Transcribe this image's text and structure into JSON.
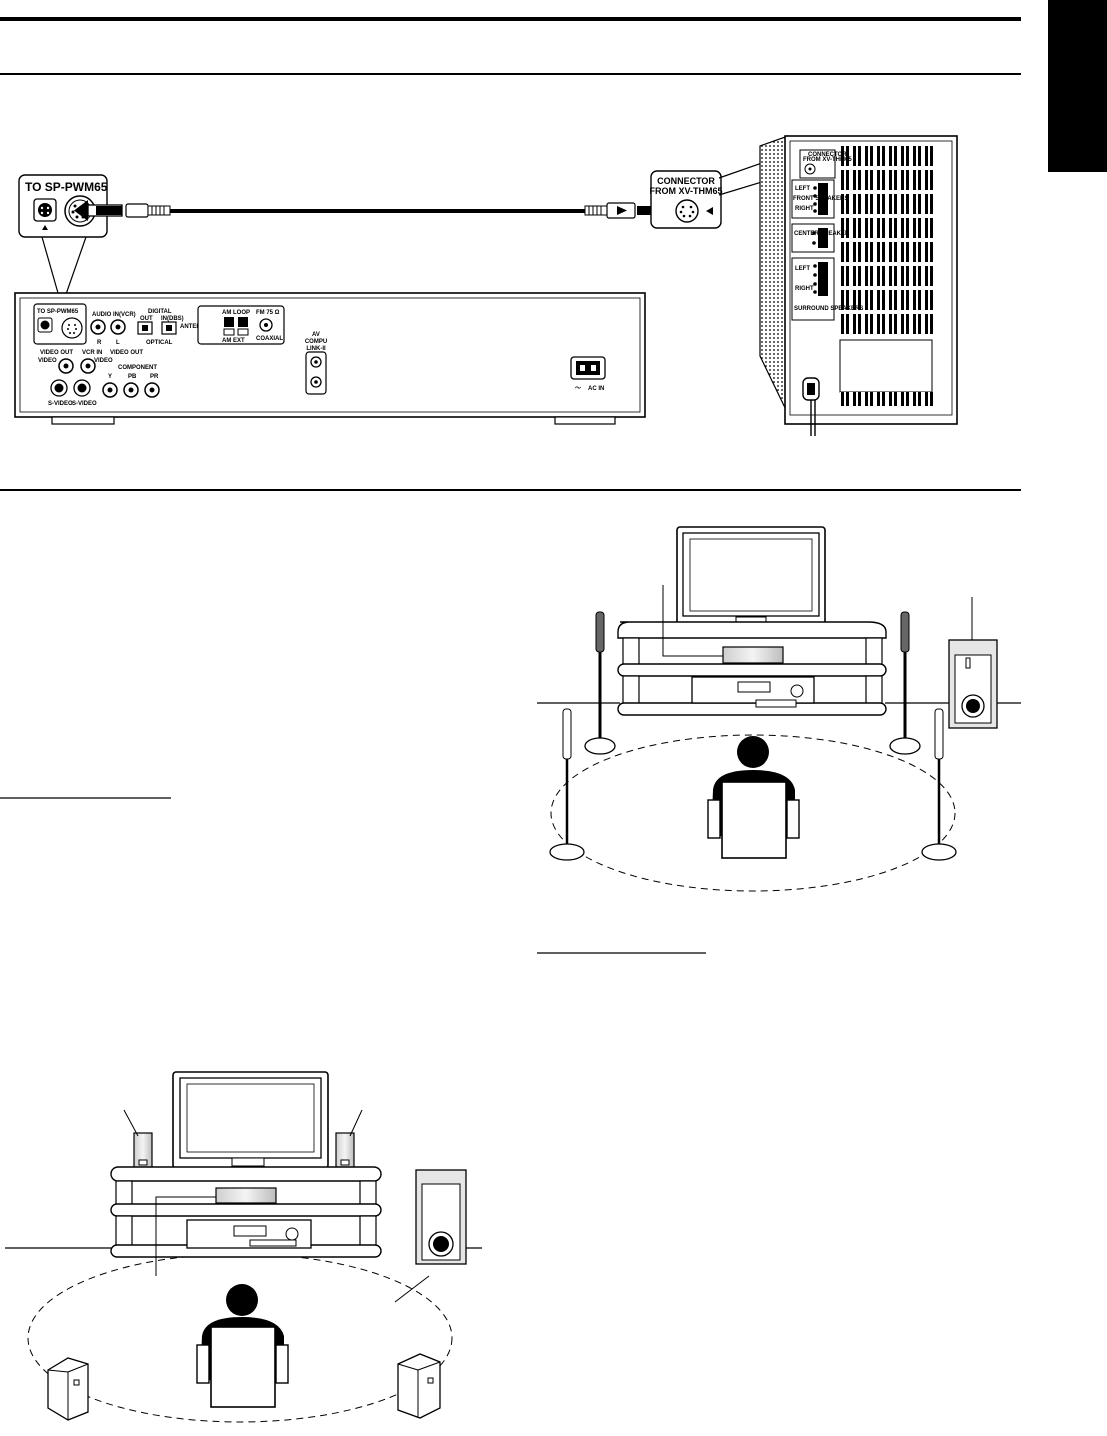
{
  "connection_diagram": {
    "callout_left": "TO SP-PWM65",
    "callout_right_line1": "CONNECTOR",
    "callout_right_line2": "FROM XV-THM65",
    "unit_labels": {
      "to_sp": "TO SP-PWM65",
      "audio_in": "AUDIO IN(VCR)",
      "r": "R",
      "l": "L",
      "digital": "DIGITAL",
      "out": "OUT",
      "in_dbs": "IN(DBS)",
      "optical": "OPTICAL",
      "antenna": "ANTENNA",
      "am_loop": "AM LOOP",
      "fm": "FM 75 Ω",
      "coaxial": "COAXIAL",
      "am_ext": "AM EXT",
      "av_compu_1": "AV",
      "av_compu_2": "COMPU",
      "av_compu_3": "LINK-II",
      "video_out": "VIDEO OUT",
      "vcr_in": "VCR IN",
      "video_out2": "VIDEO OUT",
      "video": "VIDEO",
      "video2": "VIDEO",
      "component": "COMPONENT",
      "y": "Y",
      "pb": "PB",
      "pr": "PR",
      "s_video": "S-VIDEO",
      "s_video2": "S-VIDEO",
      "ac_in": "AC IN",
      "ac_symbol": "～"
    },
    "sub_labels": {
      "connector_from": "CONNECTOR",
      "connector_from2": "FROM XV-THM65",
      "front_left": "LEFT",
      "front_speakers": "FRONT SPEAKERS",
      "front_right": "RIGHT",
      "center_speaker": "CENTER SPEAKER",
      "surround_left": "LEFT",
      "surround_right": "RIGHT",
      "surround_speakers": "SURROUND SPEAKERS"
    }
  },
  "colors": {
    "ink": "#000000",
    "paper": "#ffffff",
    "tab": "#000000",
    "panel_gray": "#d9d9d9"
  },
  "icons": [
    "plug-icon",
    "arrow-left-icon",
    "arrow-right-icon",
    "listener-icon",
    "speaker-icon",
    "subwoofer-icon",
    "tv-icon",
    "receiver-icon"
  ]
}
